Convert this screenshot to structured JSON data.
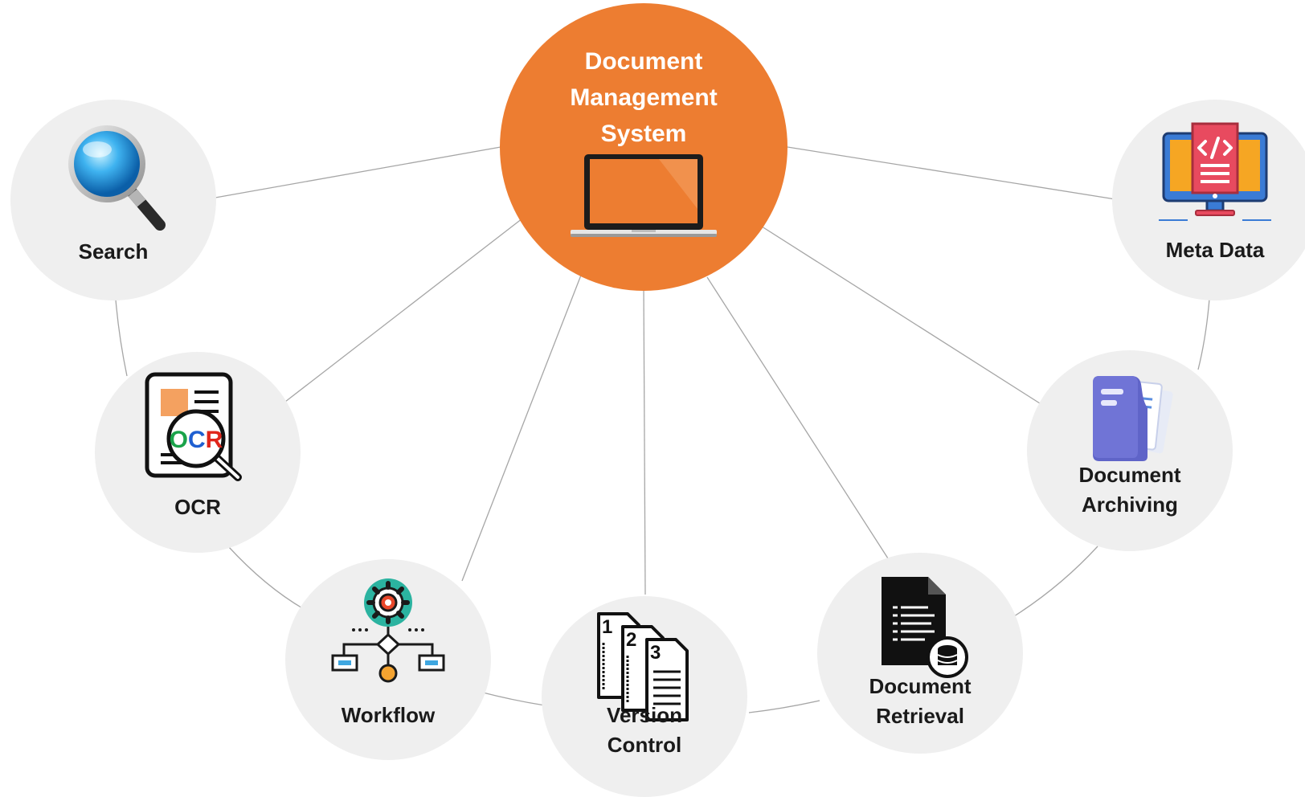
{
  "hub": {
    "title": "Document Management System"
  },
  "nodes": {
    "search": {
      "label": "Search"
    },
    "ocr": {
      "label": "OCR",
      "icon_text": "OCR"
    },
    "workflow": {
      "label": "Workflow"
    },
    "version_control": {
      "label": "Version Control",
      "icon_numbers": [
        "1",
        "2",
        "3"
      ]
    },
    "document_retrieval": {
      "label": "Document Retrieval"
    },
    "document_archiving": {
      "label": "Document Archiving"
    },
    "meta_data": {
      "label": "Meta Data"
    }
  },
  "colors": {
    "hub": "#ed7d31",
    "node_bg": "#efefef",
    "connector": "#a6a6a6"
  }
}
